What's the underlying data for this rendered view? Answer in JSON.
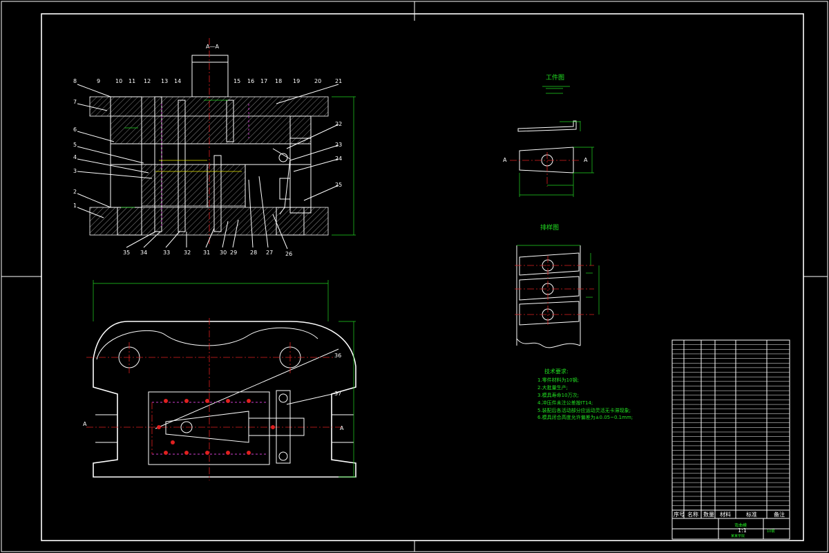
{
  "section_label": "A—A",
  "view_a_label": "A",
  "part_numbers": [
    "1",
    "2",
    "3",
    "4",
    "5",
    "6",
    "7",
    "8",
    "9",
    "10",
    "11",
    "12",
    "13",
    "14",
    "15",
    "16",
    "17",
    "18",
    "19",
    "20",
    "21",
    "22",
    "23",
    "24",
    "25",
    "26",
    "27",
    "28",
    "29",
    "30",
    "31",
    "32",
    "33",
    "34",
    "35",
    "36",
    "37"
  ],
  "workpiece_view_title": "工件图",
  "strip_layout_title": "排样图",
  "tech_requirements_title": "技术要求:",
  "tech_requirements": [
    "1.零件材料为10钢;",
    "2.大批量生产;",
    "3.模具寿命10万次;",
    "4.冲压件未注公差按IT14;",
    "5.装配后各活动部分应运动灵活无卡滞现象;",
    "6.模具闭合高度允许偏差为±0.05~0.1mm;"
  ],
  "title_block": {
    "header": [
      "序号",
      "名称",
      "数量",
      "材料",
      "标准",
      "备注"
    ],
    "drawing_name": "弯曲模",
    "scale": "1:1",
    "material": "10钢",
    "school": "某某学院"
  },
  "colors": {
    "background": "#000000",
    "outline": "#ffffff",
    "centerline": "#e02020",
    "dimension": "#22d822",
    "highlight": "#e8e800",
    "magenta": "#d040d0"
  }
}
